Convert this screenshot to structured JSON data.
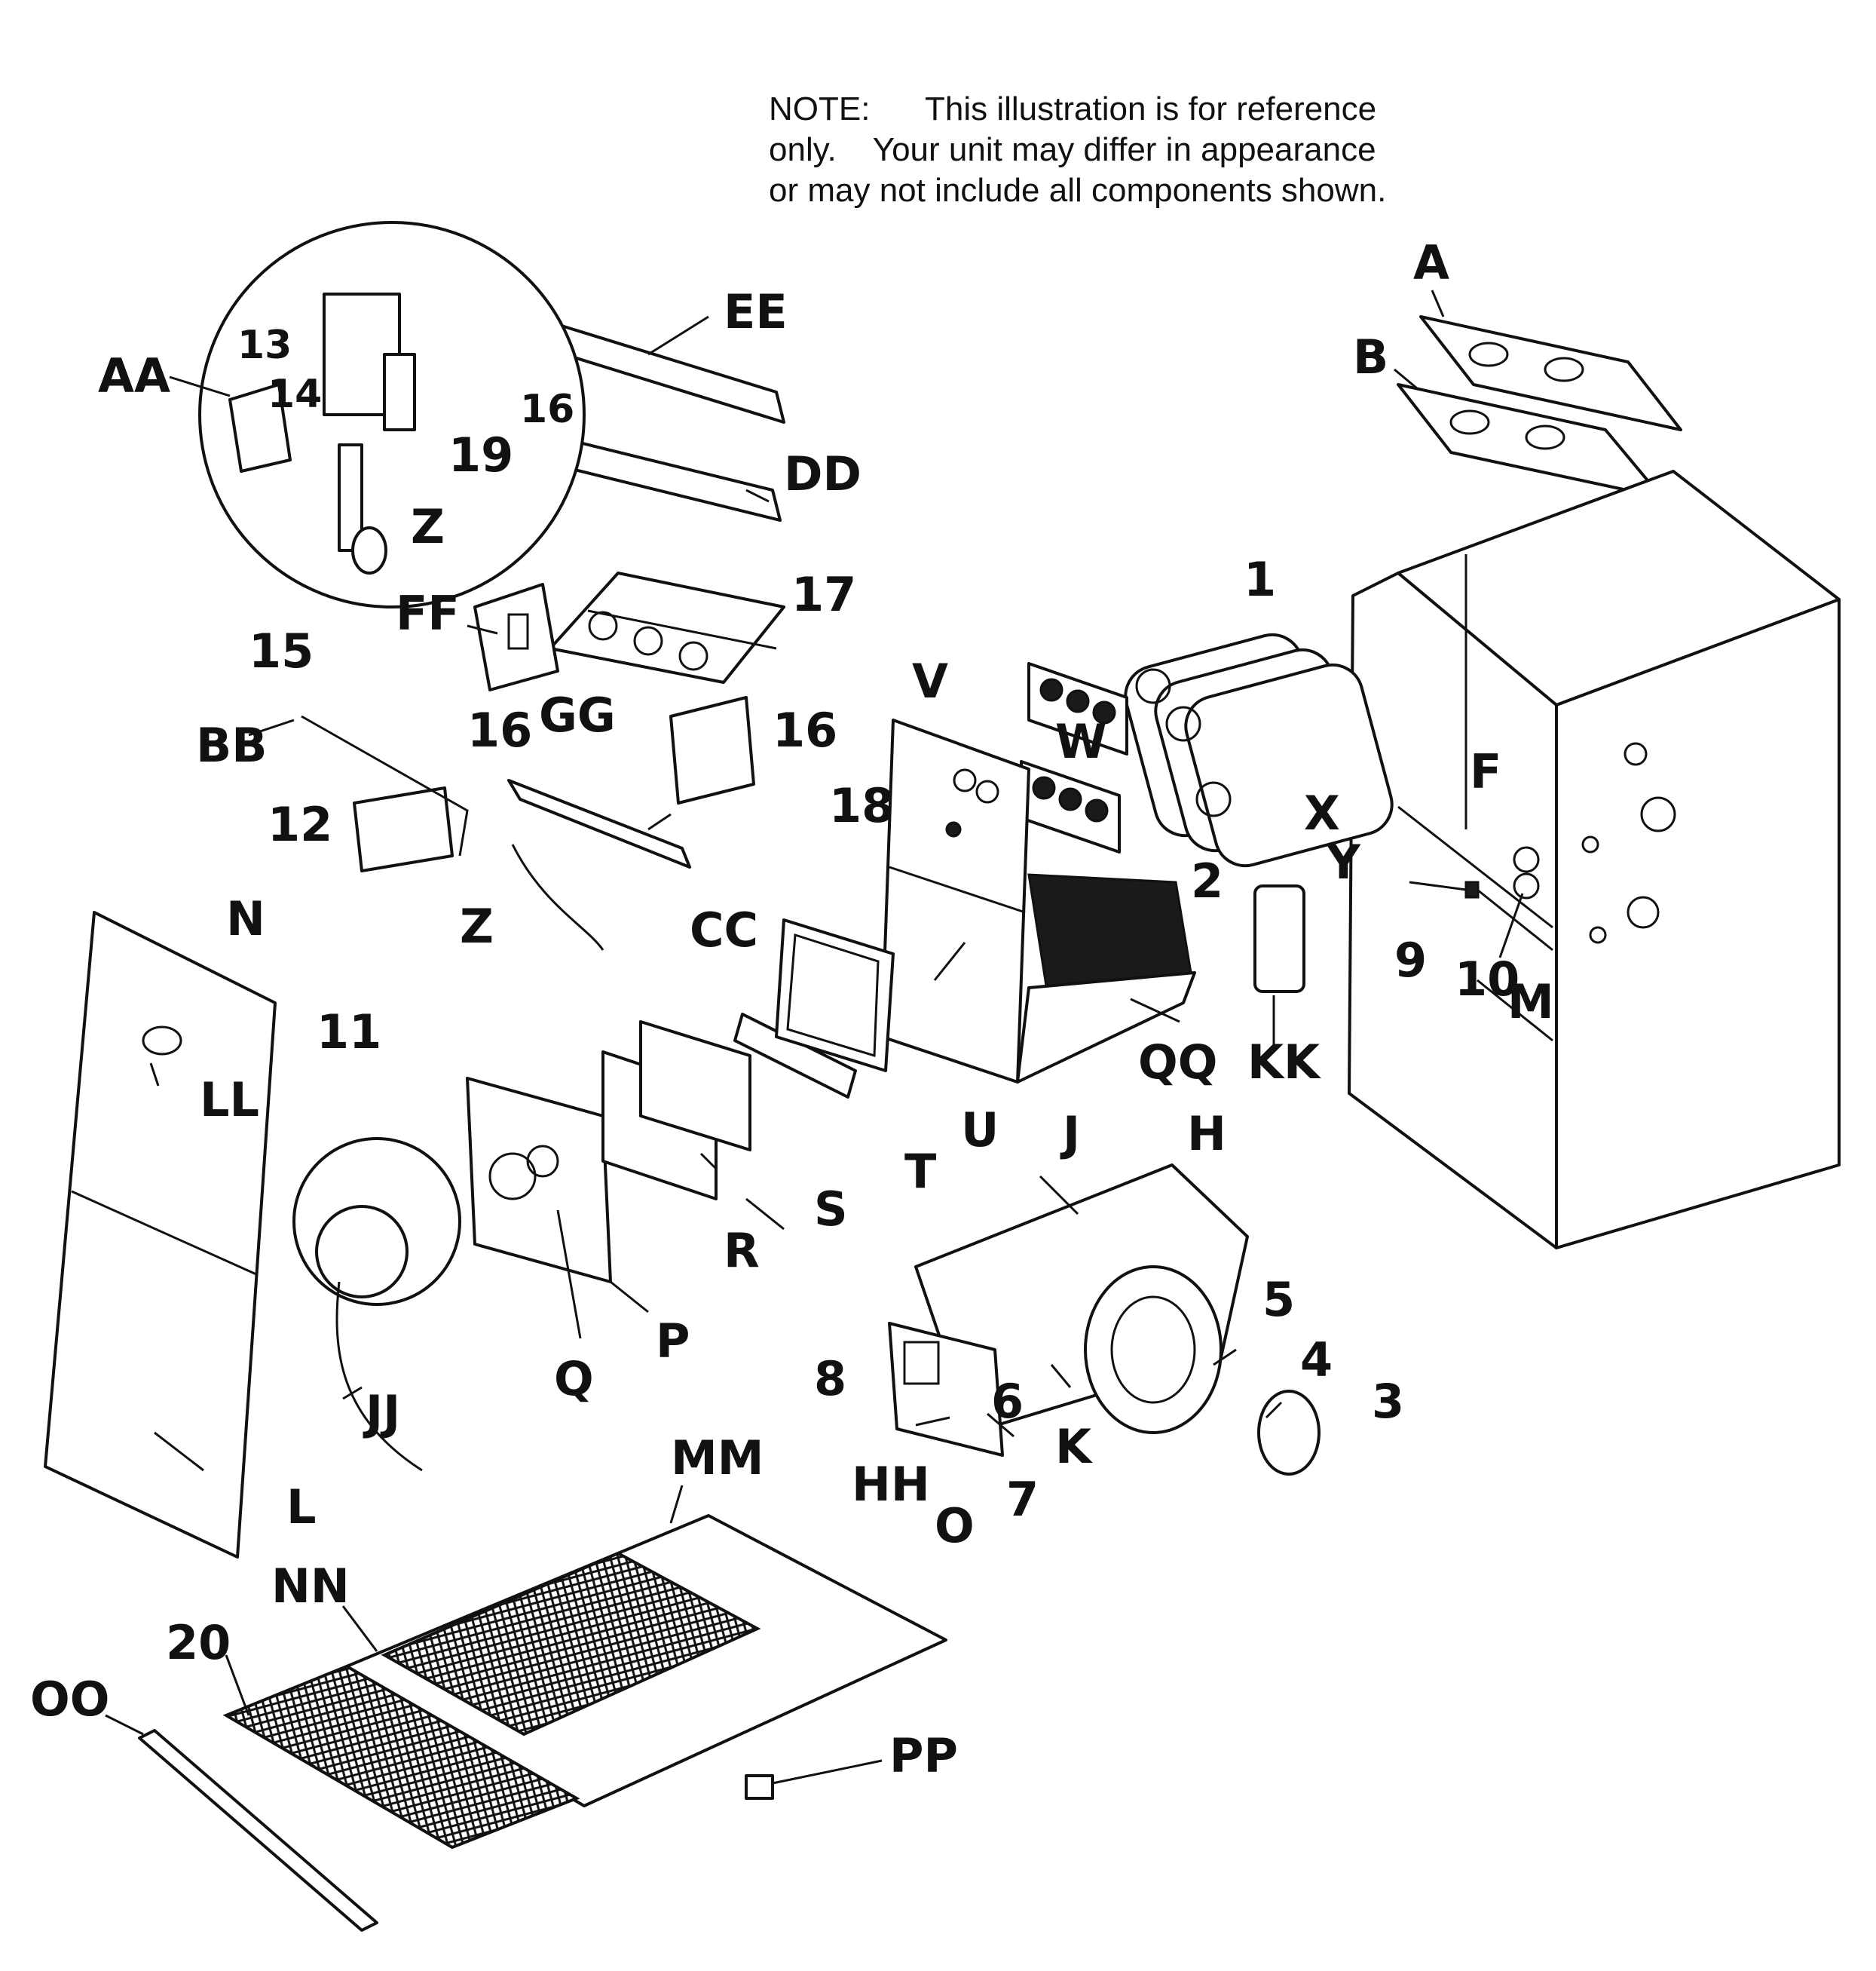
{
  "note": {
    "line1": "NOTE:      This illustration is for reference",
    "line2": "only.    Your unit may differ in appearance",
    "line3": "or may not include all components shown."
  },
  "labels": {
    "A": "A",
    "B": "B",
    "AA": "AA",
    "EE": "EE",
    "DD": "DD",
    "FF": "FF",
    "GG": "GG",
    "BB": "BB",
    "CC": "CC",
    "N": "N",
    "LL": "LL",
    "L": "L",
    "JJ": "JJ",
    "MM": "MM",
    "NN": "NN",
    "OO": "OO",
    "PP": "PP",
    "HH": "HH",
    "QQ": "QQ",
    "KK": "KK",
    "V": "V",
    "W": "W",
    "X": "X",
    "Y": "Y",
    "F": "F",
    "M": "M",
    "H": "H",
    "J": "J",
    "K": "K",
    "P": "P",
    "Q": "Q",
    "R": "R",
    "S": "S",
    "T": "T",
    "U": "U",
    "O": "O",
    "Z_top": "Z",
    "Z_wire": "Z",
    "n1": "1",
    "n2": "2",
    "n3": "3",
    "n4": "4",
    "n5": "5",
    "n6": "6",
    "n7": "7",
    "n8": "8",
    "n9": "9",
    "n10": "10",
    "n11": "11",
    "n12": "12",
    "n13": "13",
    "n14": "14",
    "n15": "15",
    "n16a": "16",
    "n16b": "16",
    "n16c": "16",
    "n17": "17",
    "n18": "18",
    "n19": "19",
    "n20": "20"
  }
}
